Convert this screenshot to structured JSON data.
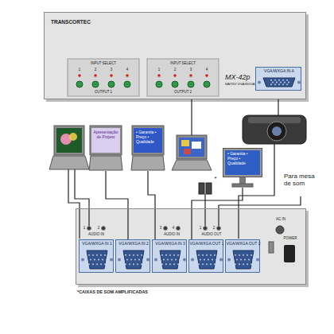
{
  "diagram": {
    "nodes": [
      {
        "text": [
          "TRANSCORTEC",
          "MX-42p",
          "MATRIZ VGA/WXGA"
        ]
      },
      {
        "text": [
          "VGA/WXGA IN A"
        ],
        "in": 0
      },
      {
        "text": [
          "Apresentação de Projeto"
        ]
      },
      {
        "text": [
          "• Garantia • Preço • Qualidade"
        ]
      },
      {
        "text": [
          "• Garantia • Preço • Qualidade"
        ]
      },
      {
        "text": [
          "AC IN",
          "POWER"
        ]
      },
      {
        "text": [
          "VGA/WXGA IN 1"
        ],
        "in": 5
      },
      {
        "text": [
          "VGA/WXGA IN 2"
        ],
        "in": 5
      },
      {
        "text": [
          "VGA/WXGA IN 3"
        ],
        "in": 5
      },
      {
        "text": [
          "VGA/WXGA OUT 1"
        ],
        "in": 5
      },
      {
        "text": [
          "VGA/WXGA OUT 2"
        ],
        "in": 5
      }
    ],
    "edges": [
      {
        "from": 2,
        "to": 7,
        "arrow": "none"
      },
      {
        "from": 3,
        "to": 8,
        "arrow": "none"
      },
      {
        "from": 9,
        "to": 4,
        "arrow": "none"
      }
    ],
    "labels": [
      "INPUT SELECT",
      "1",
      "2",
      "3",
      "4",
      "OUTPUT 1",
      "INPUT SELECT",
      "1",
      "2",
      "3",
      "4",
      "OUTPUT 2",
      "AUDIO IN",
      "1",
      "2",
      "AUDIO IN",
      "3",
      "4",
      "AUDIO OUT",
      "1",
      "2",
      "*",
      "Para mesa de som",
      "*CAIXAS DE SOM AMPLIFICADAS"
    ]
  }
}
